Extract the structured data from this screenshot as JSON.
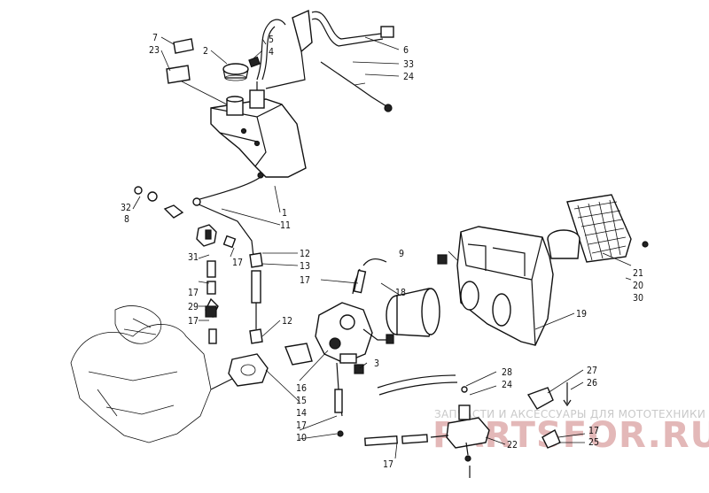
{
  "watermark": {
    "tagline": "ЗАПЧАСТИ И АКСЕССУАРЫ ДЛЯ МОТОТЕХНИКИ",
    "brand": "PARTSFOR.RU"
  },
  "callouts": [
    "1",
    "2",
    "3",
    "4",
    "5",
    "6",
    "7",
    "8",
    "9",
    "10",
    "11",
    "12",
    "12",
    "13",
    "14",
    "15",
    "16",
    "17",
    "17",
    "17",
    "17",
    "17",
    "17",
    "17",
    "17",
    "18",
    "19",
    "20",
    "21",
    "22",
    "23",
    "24",
    "24",
    "25",
    "26",
    "27",
    "28",
    "29",
    "30",
    "31",
    "32",
    "33"
  ]
}
